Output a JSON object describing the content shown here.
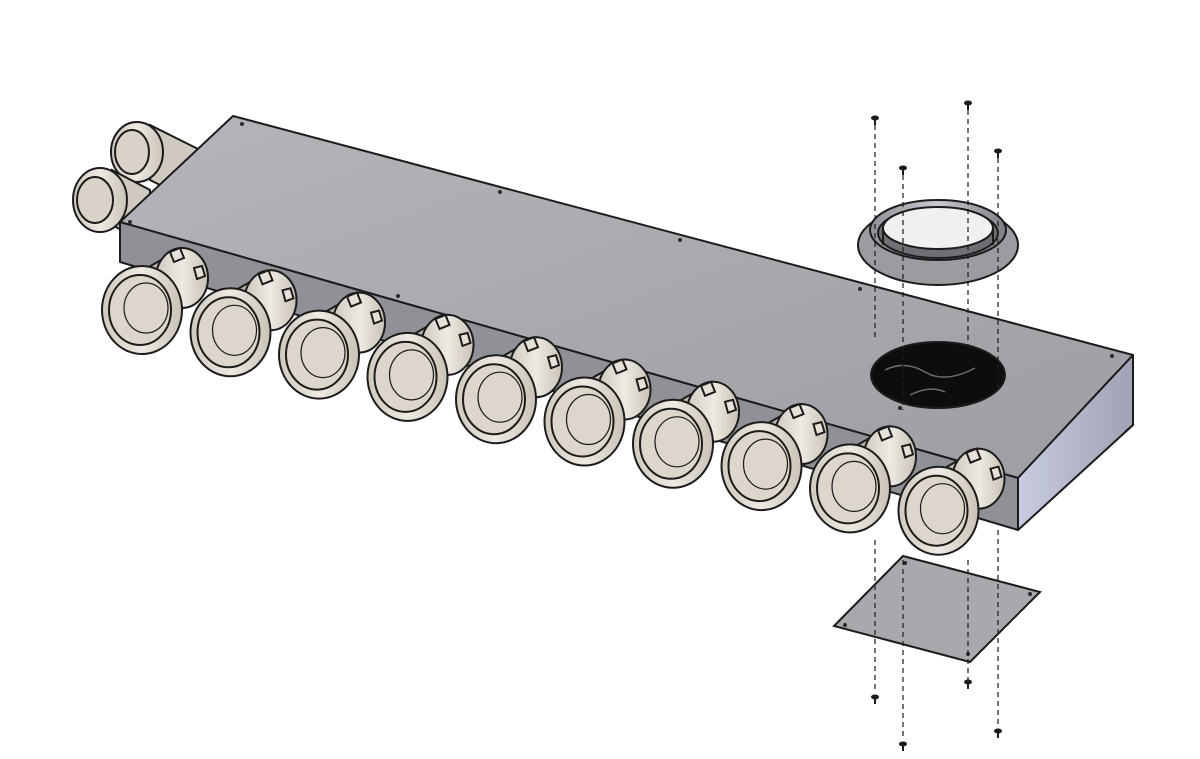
{
  "diagram": {
    "kind": "exploded-view",
    "colors": {
      "background": "#ffffff",
      "plenum_top": "#a9abaf",
      "plenum_side": "#8f9196",
      "plenum_end": "#b8bccb",
      "pipe_fill": "#e6e1d8",
      "pipe_shadow": "#bdb6aa",
      "outline": "#1c1c1c",
      "cover_plate": "#a7a9ad",
      "opening": "#0d0d0d"
    },
    "components": {
      "plenum_box": "plenum-box",
      "spigot_count": 10,
      "inlet_spigot_count": 2,
      "round_collar": "round-collar",
      "cover_plate": "cover-plate",
      "screw_count": 8
    }
  }
}
